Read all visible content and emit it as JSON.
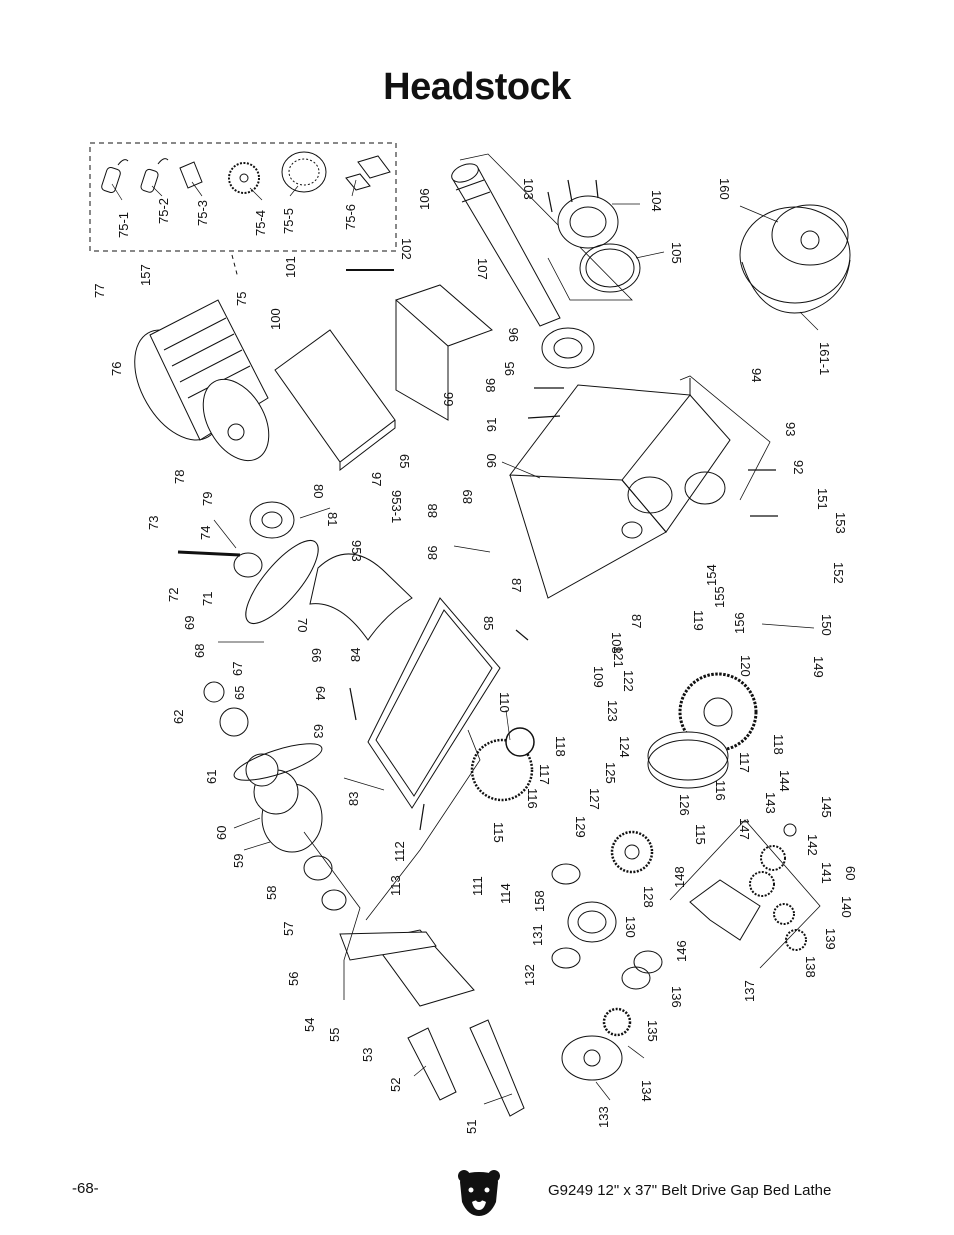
{
  "page": {
    "title": "Headstock",
    "page_number": "-68-",
    "footer_text": "G9249  12\" x 37\" Belt Drive Gap Bed Lathe"
  },
  "labels": {
    "l75_1": "75-1",
    "l75_2": "75-2",
    "l75_3": "75-3",
    "l75_4": "75-4",
    "l75_5": "75-5",
    "l75_6": "75-6",
    "l106": "106",
    "l103": "103",
    "l104": "104",
    "l105": "105",
    "l160": "160",
    "l161_1": "161-1",
    "l77": "77",
    "l157": "157",
    "l75": "75",
    "l76": "76",
    "l101": "101",
    "l102": "102",
    "l100": "100",
    "l107": "107",
    "l96": "96",
    "l95": "95",
    "l98": "98",
    "l99": "99",
    "l97": "97",
    "l65a": "65",
    "l94": "94",
    "l93": "93",
    "l91": "91",
    "l90": "90",
    "l92": "92",
    "l151": "151",
    "l153": "153",
    "l152": "152",
    "l78": "78",
    "l79": "79",
    "l80": "80",
    "l81": "81",
    "l953_1": "953-1",
    "l953": "953",
    "l88": "88",
    "l89": "89",
    "l86": "86",
    "l87a": "87",
    "l73": "73",
    "l74": "74",
    "l72": "72",
    "l71": "71",
    "l154": "154",
    "l155": "155",
    "l156": "156",
    "l150": "150",
    "l149": "149",
    "l69": "69",
    "l68": "68",
    "l70": "70",
    "l66": "66",
    "l67": "67",
    "l65b": "65",
    "l64": "64",
    "l63": "63",
    "l62": "62",
    "l84": "84",
    "l85": "85",
    "l87b": "87",
    "l108": "108",
    "l119": "119",
    "l120": "120",
    "l121": "121",
    "l109": "109",
    "l122": "122",
    "l123": "123",
    "l110": "110",
    "l118a": "118",
    "l117a": "117",
    "l124": "124",
    "l125": "125",
    "l116a": "116",
    "l61": "61",
    "l83": "83",
    "l127": "127",
    "l126": "126",
    "l118b": "118",
    "l117b": "117",
    "l116b": "116",
    "l144": "144",
    "l143": "143",
    "l145": "145",
    "l115a": "115",
    "l60a": "60",
    "l59": "59",
    "l112": "112",
    "l129": "129",
    "l115b": "115",
    "l142": "142",
    "l147": "147",
    "l141": "141",
    "l60b": "60",
    "l148": "148",
    "l58": "58",
    "l113": "113",
    "l111": "111",
    "l114": "114",
    "l158": "158",
    "l128": "128",
    "l130": "130",
    "l131": "131",
    "l140": "140",
    "l139": "139",
    "l57": "57",
    "l146": "146",
    "l138": "138",
    "l56": "56",
    "l132": "132",
    "l137": "137",
    "l136": "136",
    "l54": "54",
    "l55": "55",
    "l53": "53",
    "l135": "135",
    "l52": "52",
    "l134": "134",
    "l133": "133",
    "l51": "51"
  }
}
